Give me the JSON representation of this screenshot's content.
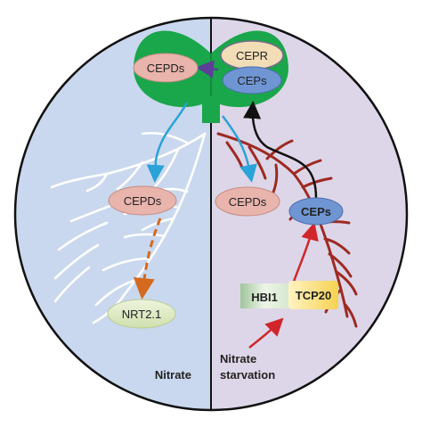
{
  "labels": {
    "leaf_cepds": "CEPDs",
    "cepr": "CEPR",
    "leaf_ceps": "CEPs",
    "root_cepds_left": "CEPDs",
    "root_cepds_right": "CEPDs",
    "root_ceps": "CEPs",
    "nrt": "NRT2.1",
    "hbi1": "HBI1",
    "tcp20": "TCP20",
    "nitrate": "Nitrate",
    "starvation_line1": "Nitrate",
    "starvation_line2": "starvation"
  },
  "colors": {
    "left_bg": "#c9d8ee",
    "right_bg": "#ddd6e8",
    "leaf_green": "#1aa64a",
    "cepds_pink": "#e8b4ac",
    "cepr_tan": "#f2ddb7",
    "ceps_blue": "#6f95d3",
    "nrt_green": "#ddeac4",
    "hbi1_green": "#cfe2c4",
    "tcp20_yellow": "#fbe08a",
    "root_red": "#9d2a22",
    "arrow_cyan": "#2aa3d8",
    "arrow_red": "#d0262b",
    "arrow_orange": "#d46a1e",
    "arrow_purple": "#5b3f98"
  }
}
